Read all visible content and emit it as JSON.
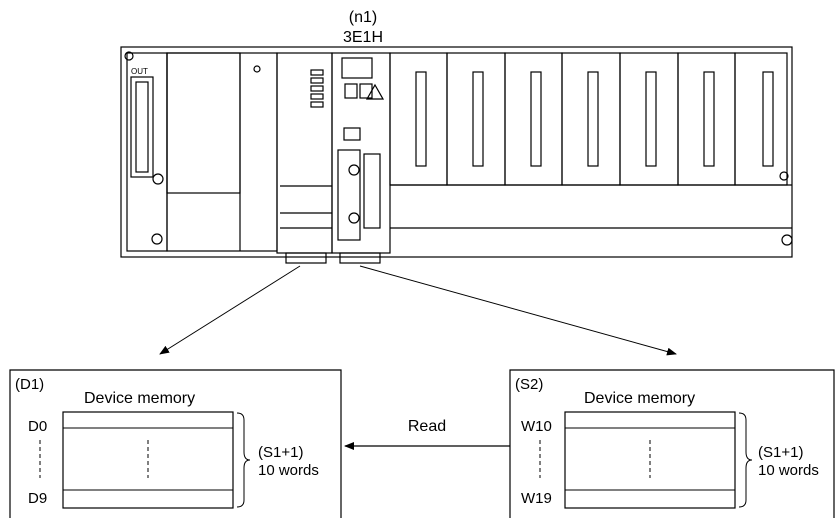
{
  "module": {
    "network_no": "(n1)",
    "model": "3E1H",
    "port_label": "OUT"
  },
  "arrows": {
    "read_label": "Read"
  },
  "left_box": {
    "operand": "(D1)",
    "title": "Device memory",
    "first_device": "D0",
    "last_device": "D9",
    "size_operand": "(S1+1)",
    "size_value": "10 words"
  },
  "right_box": {
    "operand": "(S2)",
    "title": "Device memory",
    "first_device": "W10",
    "last_device": "W19",
    "size_operand": "(S1+1)",
    "size_value": "10 words"
  }
}
